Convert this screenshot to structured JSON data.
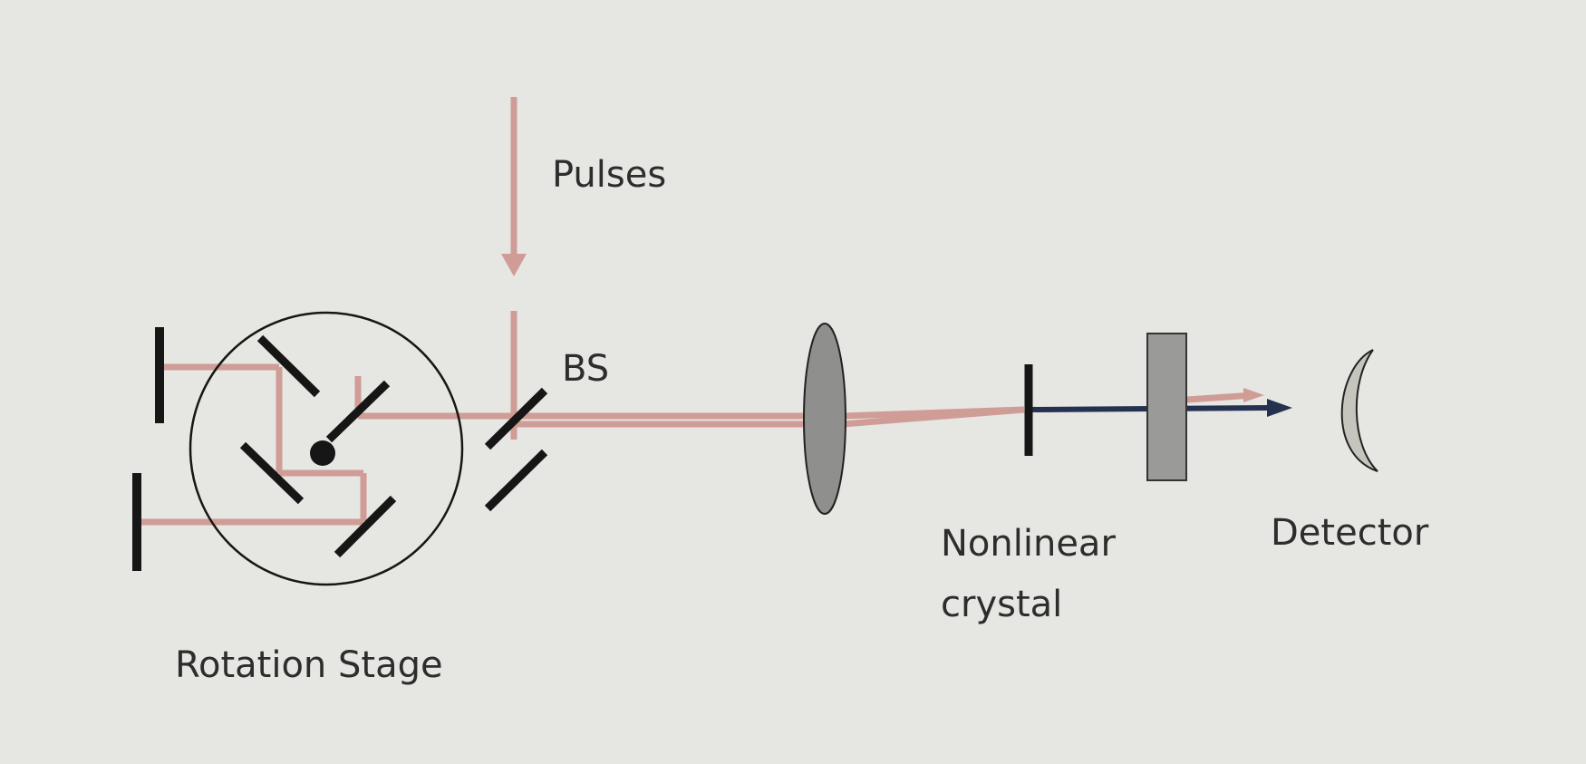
{
  "diagram": {
    "labels": {
      "pulses": "Pulses",
      "beam_splitter": "BS",
      "rotation_stage": "Rotation Stage",
      "crystal_line1": "Nonlinear",
      "crystal_line2": "crystal",
      "detector": "Detector"
    },
    "colors": {
      "background": "#e6e6e2",
      "beam": "#d09c96",
      "output_beam": "#25324f",
      "mirror": "#161616",
      "lens": "#8f8f8d",
      "crystal": "#9a9a98",
      "detector": "#c6c5bd",
      "text": "#2d2d2d"
    }
  }
}
